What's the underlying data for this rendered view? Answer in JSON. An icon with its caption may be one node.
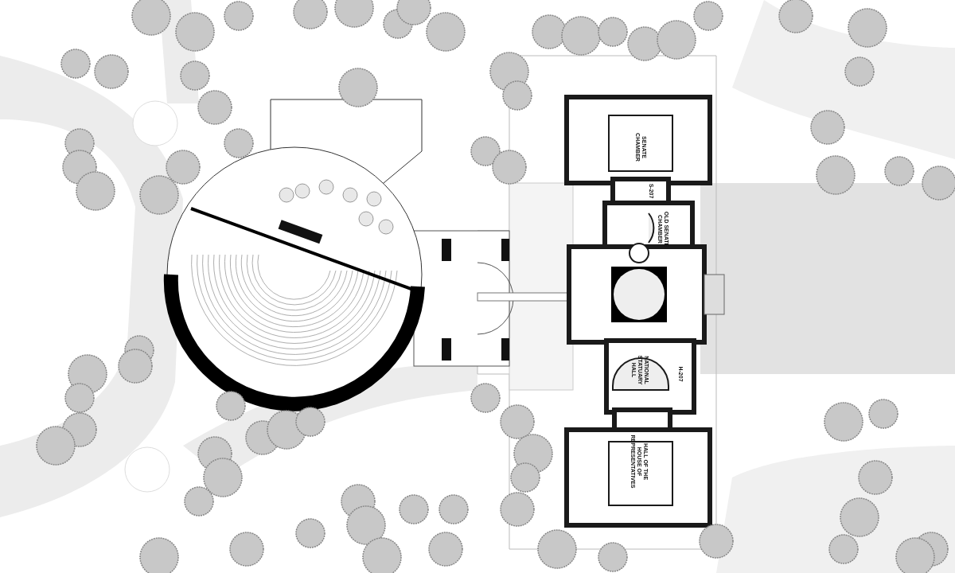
{
  "diagram": {
    "labels": [
      "SENATE CHAMBER",
      "S-207",
      "OLD SENATE CHAMBER",
      "NATIONAL STATUARY HALL",
      "H-207",
      "HALL OF THE HOUSE OF REPRESENTATIVES"
    ]
  }
}
